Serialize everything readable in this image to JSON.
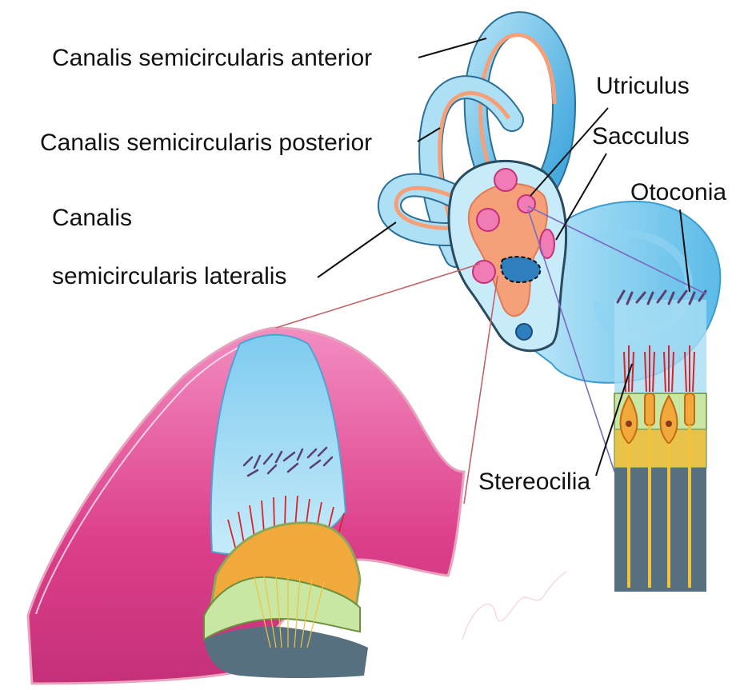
{
  "labels": {
    "anterior": "Canalis semicircularis anterior",
    "posterior": "Canalis semicircularis posterior",
    "lateral_line1": "Canalis",
    "lateral_line2": "semicircularis lateralis",
    "utriculus": "Utriculus",
    "sacculus": "Sacculus",
    "otoconia": "Otoconia",
    "stereocilia": "Stereocilia"
  },
  "colors": {
    "canal_blue": "#4fb3e6",
    "canal_light": "#aee0f5",
    "endolymph_orange": "#f6a07a",
    "macula_magenta": "#e0458f",
    "macula_pink": "#f07cb6",
    "gel_blue": "#9fd8f2",
    "support_green": "#c9e7a3",
    "hair_cell_orange": "#f2a93b",
    "base_slate": "#56707f",
    "stereocilia_red": "#d6242a",
    "leader_red": "#c0646a",
    "leader_purple": "#7a6bc2"
  }
}
